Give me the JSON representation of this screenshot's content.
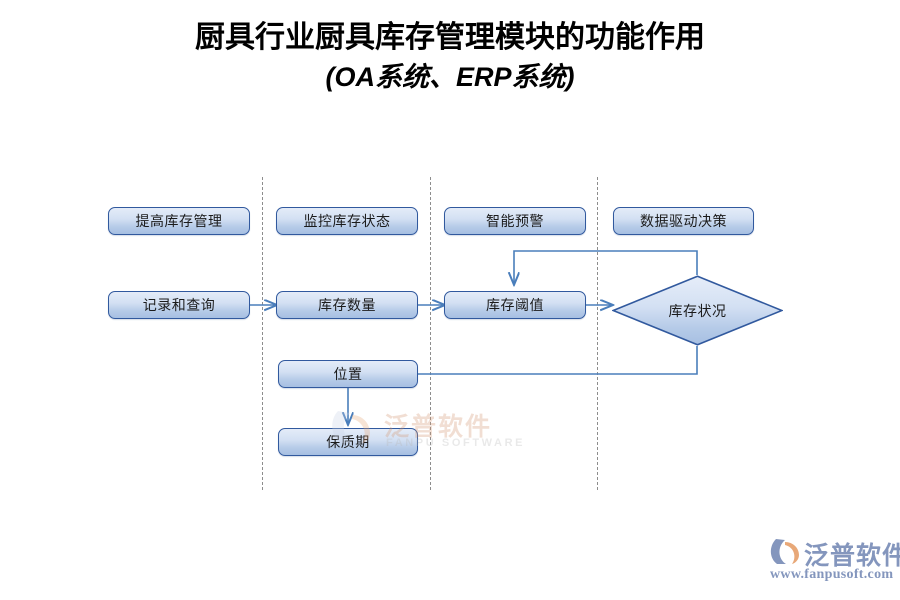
{
  "title": {
    "line1": "厨具行业厨具库存管理模块的功能作用",
    "line2": "(OA系统、ERP系统)"
  },
  "colors": {
    "node_border": "#31599E",
    "node_fill_top": "#E4ECF8",
    "node_fill_bottom": "#A6BFE2",
    "connector": "#4A7EBB",
    "lane_divider": "#8D8D8D",
    "logo": "#8496BD",
    "watermark": "#D4956F"
  },
  "diagram": {
    "type": "flowchart",
    "nodes": [
      {
        "id": "n1",
        "label": "提高库存管理",
        "shape": "rounded-rect",
        "lane": 1
      },
      {
        "id": "n2",
        "label": "监控库存状态",
        "shape": "rounded-rect",
        "lane": 2
      },
      {
        "id": "n3",
        "label": "智能预警",
        "shape": "rounded-rect",
        "lane": 3
      },
      {
        "id": "n4",
        "label": "数据驱动决策",
        "shape": "rounded-rect",
        "lane": 4
      },
      {
        "id": "n5",
        "label": "记录和查询",
        "shape": "rounded-rect",
        "lane": 1
      },
      {
        "id": "n6",
        "label": "库存数量",
        "shape": "rounded-rect",
        "lane": 2
      },
      {
        "id": "n7",
        "label": "库存阈值",
        "shape": "rounded-rect",
        "lane": 3
      },
      {
        "id": "n8",
        "label": "库存状况",
        "shape": "diamond",
        "lane": 4
      },
      {
        "id": "n9",
        "label": "位置",
        "shape": "rounded-rect",
        "lane": 2
      },
      {
        "id": "n10",
        "label": "保质期",
        "shape": "rounded-rect",
        "lane": 2
      }
    ],
    "edges": [
      {
        "from": "n5",
        "to": "n6",
        "style": "arrow"
      },
      {
        "from": "n6",
        "to": "n7",
        "style": "arrow"
      },
      {
        "from": "n7",
        "to": "n8",
        "style": "arrow"
      },
      {
        "from": "n8",
        "to": "n7",
        "style": "arrow-feedback-top"
      },
      {
        "from": "n8",
        "to": "n9",
        "style": "line-feedback-bottom"
      },
      {
        "from": "n9",
        "to": "n10",
        "style": "arrow"
      }
    ],
    "lane_dividers": 3
  },
  "watermark": {
    "main": "泛普软件",
    "sub": "FANPU SOFTWARE"
  },
  "logo": {
    "name": "泛普软件",
    "url": "www.fanpusoft.com"
  }
}
